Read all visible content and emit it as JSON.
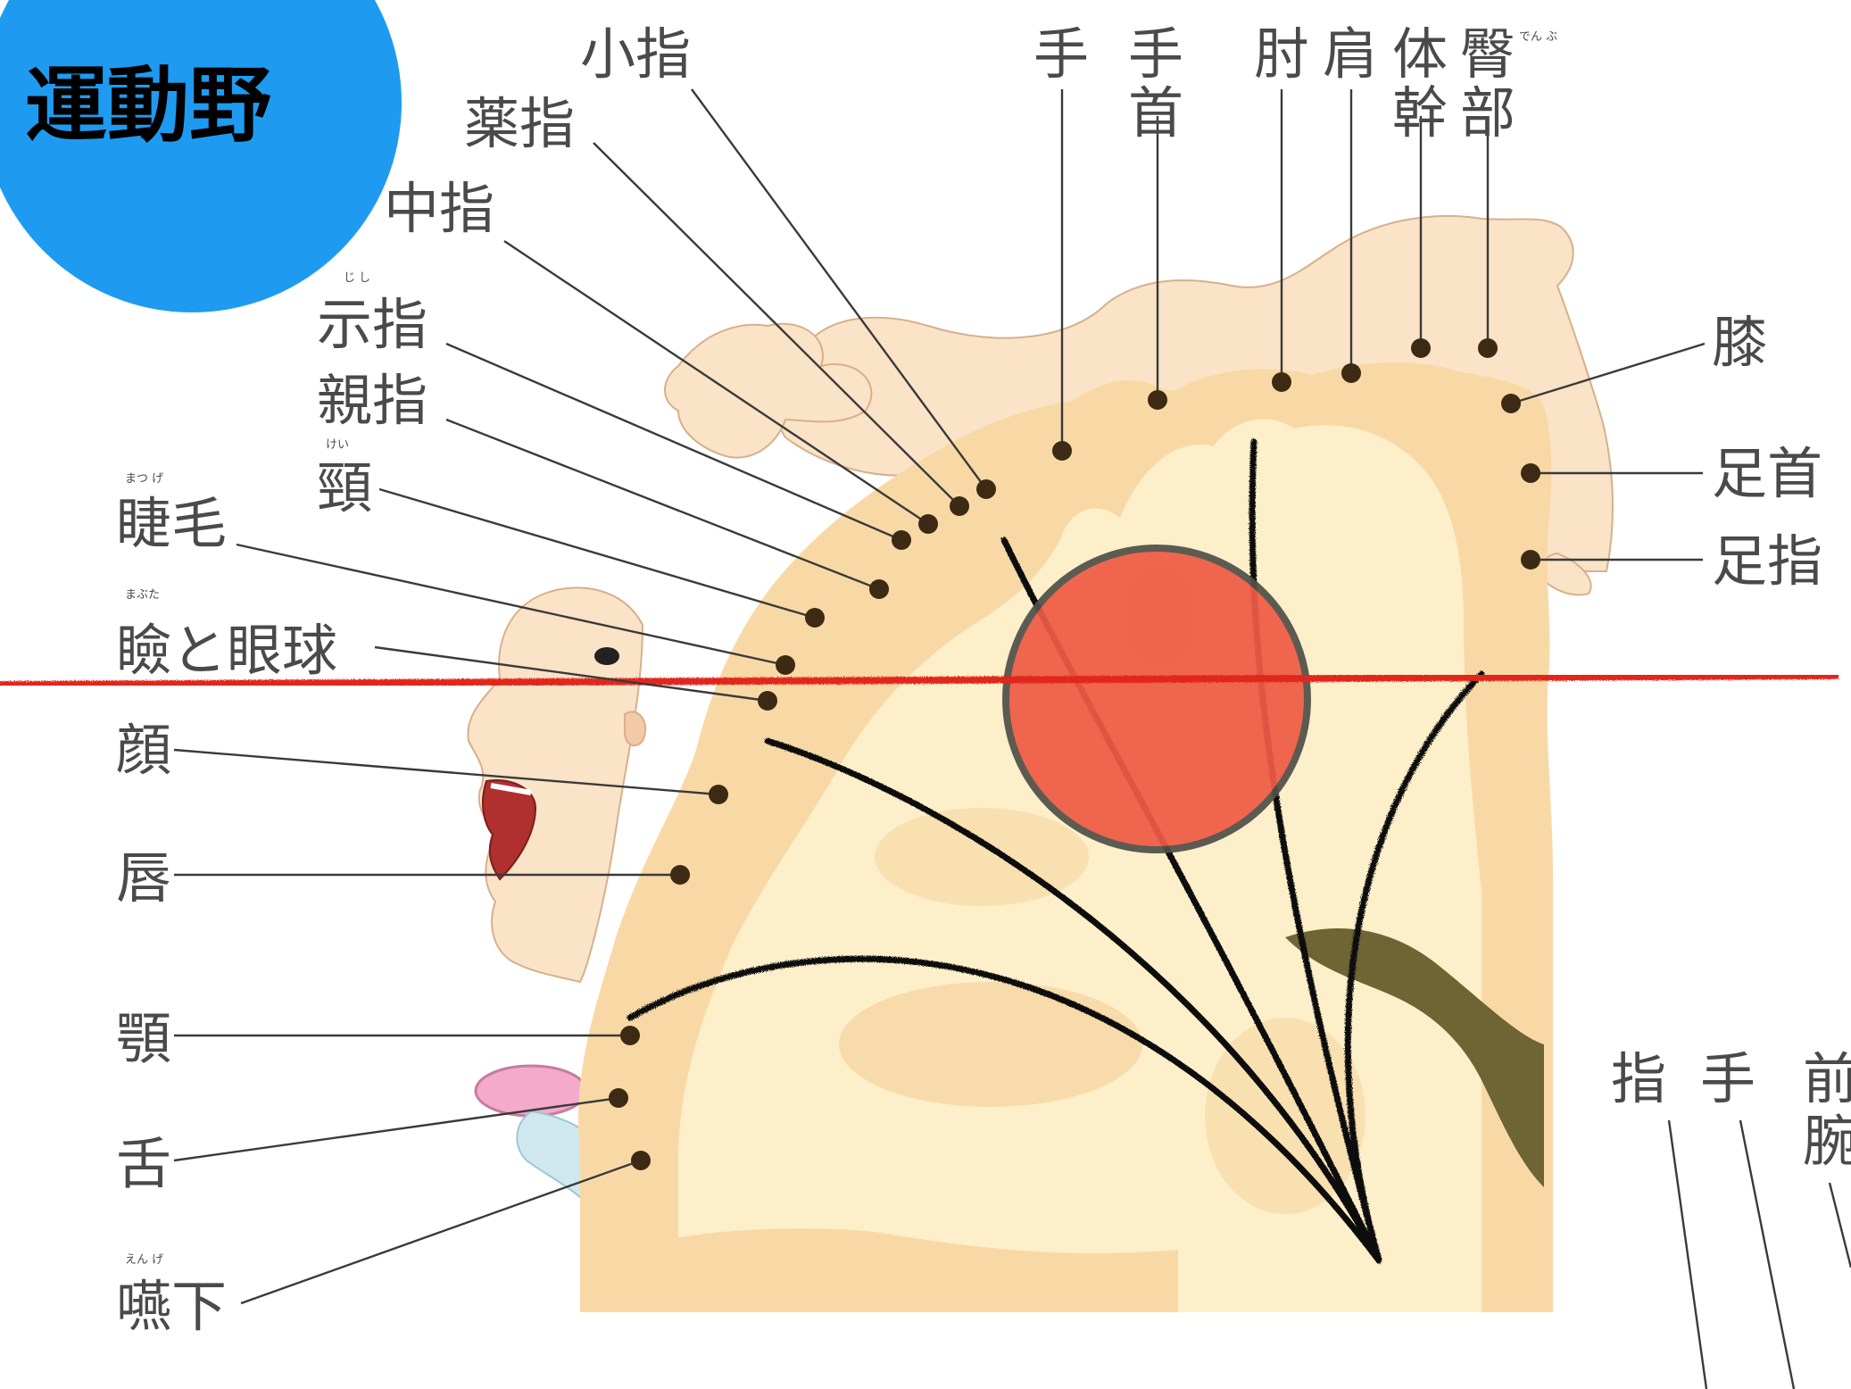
{
  "badge": {
    "label": "運動野",
    "color": "#1e9bf0"
  },
  "colors": {
    "cortex": "#f8d9a6",
    "white_matter": "#fdefc9",
    "ventricle": "#6e6434",
    "focus_circle": "#ee5b45",
    "cut_line": "#e1261c",
    "tracts": "#111111"
  },
  "labels": {
    "little_finger": "小指",
    "ring_finger": "薬指",
    "middle_finger": "中指",
    "index_finger": "示指",
    "index_finger_ruby": "じ し",
    "thumb": "親指",
    "neck": "頸",
    "neck_ruby": "けい",
    "eyelash": "睫毛",
    "eyelash_ruby": "まつ げ",
    "eyelid": "瞼と眼球",
    "eyelid_ruby": "まぶた",
    "face": "顔",
    "lips": "唇",
    "jaw": "顎",
    "tongue": "舌",
    "swallow": "嚥下",
    "swallow_ruby": "えん げ",
    "hand": "手",
    "wrist_1": "手",
    "wrist_2": "首",
    "elbow": "肘",
    "shoulder": "肩",
    "trunk_1": "体",
    "trunk_2": "幹",
    "hip_1": "臀",
    "hip_2": "部",
    "hip_ruby": "でん ぶ",
    "knee": "膝",
    "ankle": "足首",
    "toes": "足指",
    "lower_finger": "指",
    "lower_hand": "手",
    "lower_forearm_1": "前",
    "lower_forearm_2": "腕"
  }
}
